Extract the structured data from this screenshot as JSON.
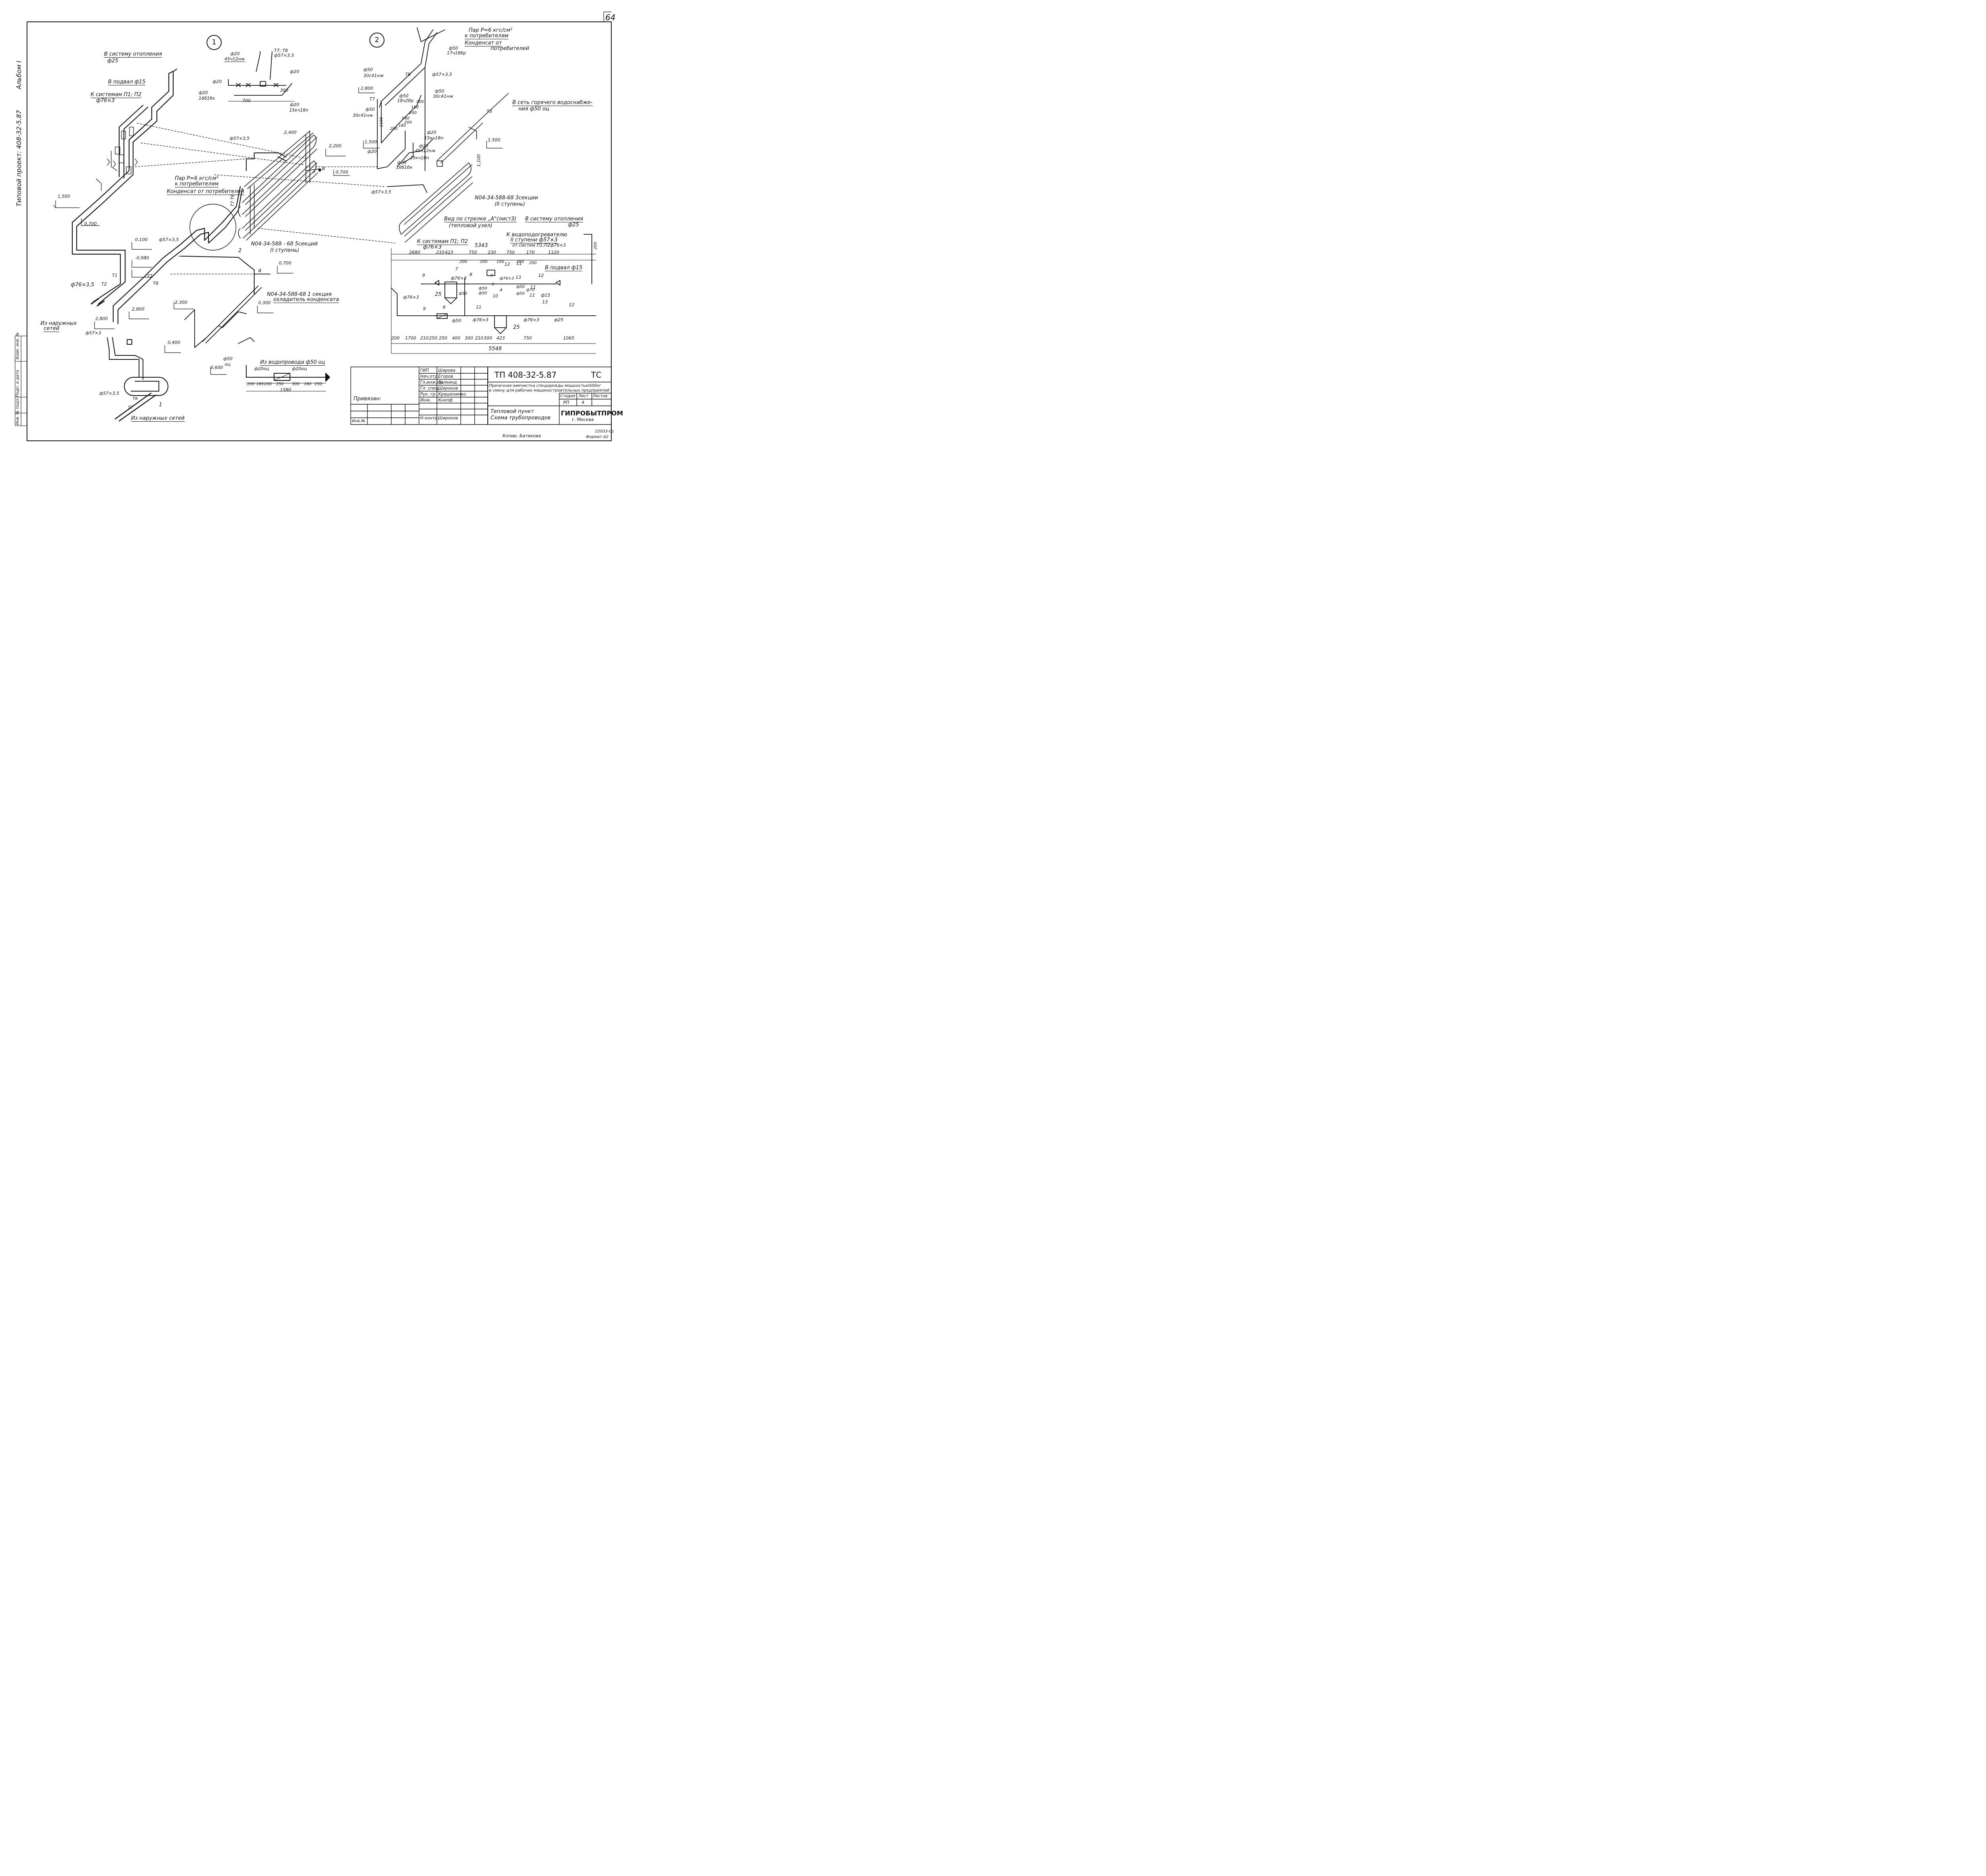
{
  "sheet": {
    "sheet_number": "64",
    "album": "Альбом I",
    "project": "Типовой проект: 408-32-5.87",
    "copy": "Копир. Батакова",
    "order": "22033-01",
    "format": "Формат А2"
  },
  "node1": {
    "marker": "1",
    "pipe_top": "Т7; Т8",
    "pipe_top_d": "ф57×3,5",
    "valve1_d": "ф20",
    "valve1_t": "45ч12нж",
    "valve2_d": "ф20",
    "valve3_d": "ф20",
    "valve4_d": "ф20",
    "valve4_t": "16б1бк",
    "valve5_d": "ф20",
    "valve5_t": "15кч18п",
    "dim1": "700",
    "dim2": "300"
  },
  "node2": {
    "marker": "2",
    "steam": "Пар Р=6 кгс/см²",
    "steam2": "к потребителям",
    "condensate": "Конденсат от",
    "condensate2": "потребителей",
    "v_top_d": "ф50",
    "v_top_t": "17ч18бр",
    "d57": "ф57×3,5",
    "v_a_d": "ф50",
    "v_a_t": "30с41нж",
    "v_b_d": "ф50",
    "v_b_t": "30с41нж",
    "v_c_d": "ф50",
    "v_c_t": "18ч2бр",
    "v_d_d": "ф50",
    "v_d_t": "30с41нж",
    "lvl1": "2,800",
    "lvl2": "1,500",
    "lvl3": "1,500",
    "lvl4": "1,100",
    "t7": "Т7",
    "t8": "Т8",
    "t3": "Т3",
    "d20a": "ф20",
    "d20b": "ф20",
    "d20b_t": "15кч18п",
    "d20c": "ф20",
    "d20c_t": "45ч12нж",
    "d20d_t": "15кч18п",
    "d20e": "ф20",
    "d20e_t": "16б1бк",
    "dims_s": [
      "200",
      "180",
      "200",
      "960",
      "1100",
      "200",
      "180",
      "200"
    ],
    "hot_water": "В сеть горячего водоснабже-",
    "hot_water2": "ния ф50 оц",
    "d57b": "ф57×3,5",
    "heater": "N04-34-588-68 3секции",
    "heater2": "(II ступень)"
  },
  "main": {
    "heating": "В систему отопления",
    "heating_d": "ф25",
    "basement": "В подвал ф15",
    "systems": "К системам П1; П2",
    "systems_d": "ф76×3",
    "lvl_1500": "1,500",
    "lvl_0700": "0,700",
    "lvl_0100": "0,100",
    "lvl_m0980": "-0,980",
    "d57_a": "ф57×3,5",
    "lvl_2400": "2,400",
    "lvl_2200": "2,200",
    "mark_a": "а",
    "lvl_0700b": "0,700",
    "steam": "Пар Р=6 кгс/см²",
    "steam2": "к потребителям",
    "condensate": "Конденсат от потребителей",
    "t7t8": "Т7  Т8",
    "heater1": "N04-34-588 - 68  5секций",
    "heater1b": "(I ступень)",
    "d57_b": "ф57×3,5",
    "mark_2": "2",
    "lvl_0700c": "0,700",
    "mark_a2": "а",
    "cooler": "N04-34-588-68  1 секция",
    "cooler2": "охладитель конденсата",
    "lvl_0300": "0,300",
    "lvl_2300": "2,300",
    "d76": "ф76×3,5",
    "t1": "Т1",
    "t2": "Т2",
    "t7": "Т7",
    "t8": "Т8",
    "lvl_2800": "2,800",
    "lvl_2800b": "2,800",
    "from_nets": "Из наружных",
    "from_nets2": "сетей",
    "d57x3": "ф57×3",
    "lvl_0400": "0,400",
    "d50": "ф50",
    "d50b": "оц",
    "lvl_0600": "0,600",
    "water_supply": "Из водопровода ф50 оц",
    "d20oc_a": "ф20оц",
    "d20oc_b": "ф20оц",
    "dims_w": [
      "200",
      "180",
      "200",
      "250",
      "300",
      "180",
      "250"
    ],
    "dim_w_total": "1580",
    "d57_c": "ф57×3,5",
    "t7b": "Т7",
    "t8b": "Т8",
    "mark_1": "1",
    "from_nets_b": "Из наружных сетей"
  },
  "view": {
    "title": "Вид по стрелке „А\"(лист3)",
    "title2": "(тепловой узел)",
    "heating": "В систему отопления",
    "heating_d": "ф25",
    "heater": "К водоподогревателю",
    "heater2": "II ступени ф57×3",
    "from_sys": "от систем П1;П2ф76×3",
    "systems": "К системам П1; П2",
    "systems_d": "ф76×3",
    "total_top": "5343",
    "dims_top": [
      "2680",
      "210",
      "423",
      "750",
      "230",
      "750",
      "170",
      "1120"
    ],
    "dim_200": "200",
    "dims_small": [
      "200",
      "200",
      "100",
      "200",
      "200"
    ],
    "basement": "В подвал ф15",
    "labels": [
      "9",
      "8",
      "7",
      "12",
      "11",
      "11",
      "12",
      "9",
      "6",
      "11",
      "10",
      "13",
      "11",
      "13",
      "12",
      "4",
      "5",
      "25",
      "25"
    ],
    "d76a": "ф76×3",
    "d76b": "ф76×3",
    "d76c": "ф76×3",
    "d76d": "ф76×3",
    "d76e": "ф76×3",
    "d50a": "ф50",
    "d50b": "ф50",
    "d50c": "ф50",
    "d50d": "ф50",
    "d50e": "ф50",
    "d50f": "ф50",
    "d70": "ф70",
    "d15": "ф15",
    "d25": "ф25",
    "p_mark": "Р",
    "dims_bottom": [
      "200",
      "1700",
      "210",
      "250",
      "250",
      "400",
      "300",
      "210",
      "300",
      "423",
      "750",
      "1065"
    ],
    "total_bottom": "5548"
  },
  "stamp": {
    "code": "ТП     408-32-5.87",
    "mark": "ТС",
    "roles": [
      "ГИП",
      "Нач.отд.",
      "Гл.инж.пр.",
      "Гл. спец.",
      "Рук. гр.",
      "Инж.",
      "",
      "Н.контр."
    ],
    "names": [
      "Шарова",
      "Егоров",
      "Залкинд",
      "Широков",
      "Крашенинко",
      "Кнопф",
      "",
      "Широков"
    ],
    "title": "Прачечная-химчистка спецодежды мощностью500кг",
    "title2": "в смену для рабочих машиностроительных предприятий",
    "stage_h": "Стадия",
    "sheet_h": "Лист",
    "sheets_h": "Листов",
    "stage": "РП",
    "sheet": "4",
    "sheet_title": "Тепловой пункт",
    "sheet_title2": "Схема трубопроводов",
    "org": "ГИПРОБЫТПРОМ",
    "city": "г. Москва",
    "binding": "Привязан:",
    "inv": "Инв.№",
    "side": [
      "Инв. № подл.",
      "Подп. и дата",
      "Взам. инв. №"
    ]
  }
}
